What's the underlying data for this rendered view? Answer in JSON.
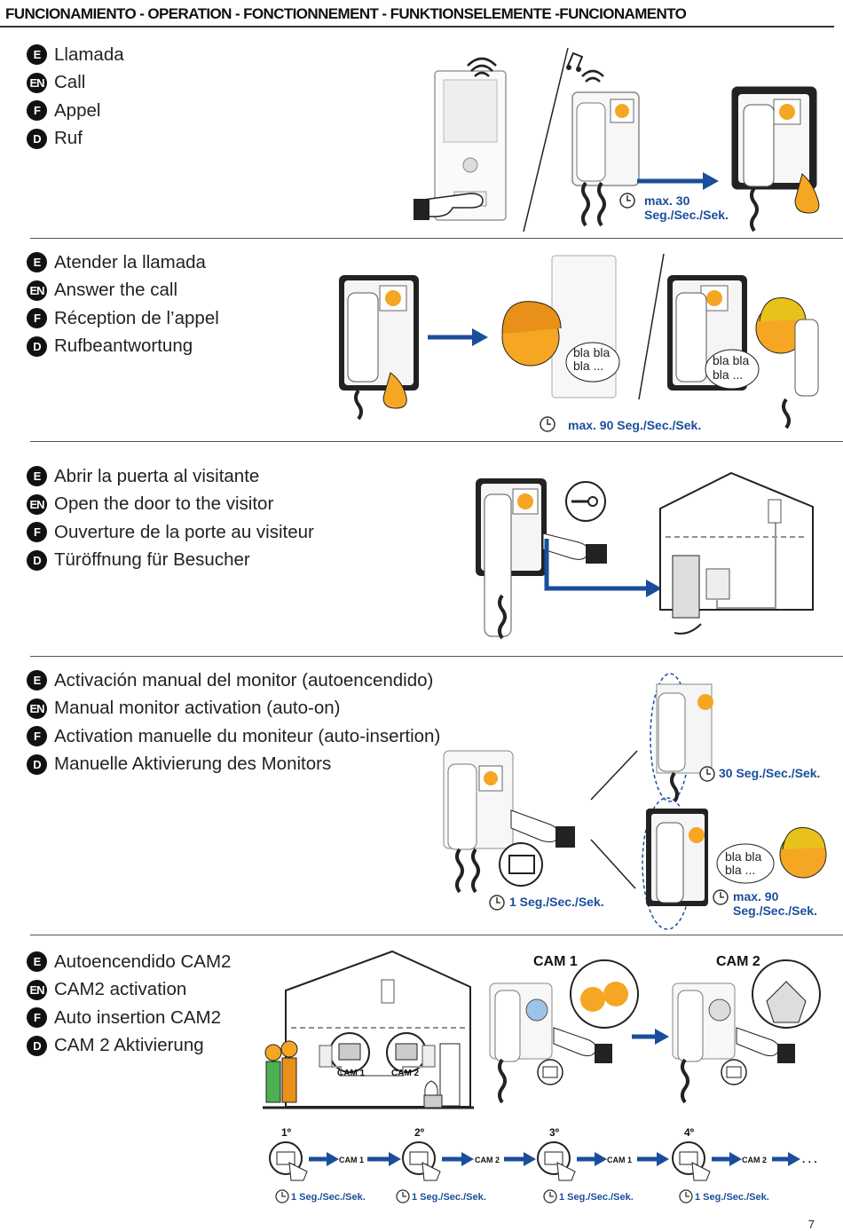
{
  "header": {
    "title": "FUNCIONAMIENTO - OPERATION - FONCTIONNEMENT - FUNKTIONSELEMENTE -FUNCIONAMENTO"
  },
  "sections": [
    {
      "items": [
        {
          "badge": "E",
          "text": "Llamada"
        },
        {
          "badge": "EN",
          "text": "Call"
        },
        {
          "badge": "F",
          "text": "Appel"
        },
        {
          "badge": "D",
          "text": "Ruf"
        }
      ],
      "time_line1": "max. 30",
      "time_line2": "Seg./Sec./Sek."
    },
    {
      "items": [
        {
          "badge": "E",
          "text": "Atender la llamada"
        },
        {
          "badge": "EN",
          "text": "Answer the call"
        },
        {
          "badge": "F",
          "text": "Réception de l’appel"
        },
        {
          "badge": "D",
          "text": "Rufbeantwortung"
        }
      ],
      "bubble1_line1": "bla bla",
      "bubble1_line2": "bla ...",
      "bubble2_line1": "bla bla",
      "bubble2_line2": "bla ...",
      "time": "max. 90 Seg./Sec./Sek."
    },
    {
      "items": [
        {
          "badge": "E",
          "text": "Abrir la puerta al visitante"
        },
        {
          "badge": "EN",
          "text": "Open the door to the visitor"
        },
        {
          "badge": "F",
          "text": "Ouverture de la porte au visiteur"
        },
        {
          "badge": "D",
          "text": "Türöffnung für Besucher"
        }
      ]
    },
    {
      "items": [
        {
          "badge": "E",
          "text": "Activación manual del monitor (autoencendido)"
        },
        {
          "badge": "EN",
          "text": "Manual monitor activation (auto-on)"
        },
        {
          "badge": "F",
          "text": "Activation manuelle du moniteur (auto-insertion)"
        },
        {
          "badge": "D",
          "text": "Manuelle Aktivierung des Monitors"
        }
      ],
      "time_30": "30 Seg./Sec./Sek.",
      "time_1": "1 Seg./Sec./Sek.",
      "time_90_line1": "max. 90",
      "time_90_line2": "Seg./Sec./Sek.",
      "bubble_line1": "bla bla",
      "bubble_line2": "bla ..."
    },
    {
      "items": [
        {
          "badge": "E",
          "text": "Autoencendido CAM2"
        },
        {
          "badge": "EN",
          "text": "CAM2 activation"
        },
        {
          "badge": "F",
          "text": "Auto insertion CAM2"
        },
        {
          "badge": "D",
          "text": "CAM 2 Aktivierung"
        }
      ],
      "cam1_title": "CAM 1",
      "cam2_title": "CAM 2",
      "house_cam1": "CAM 1",
      "house_cam2": "CAM 2",
      "steps": [
        {
          "n": "1º",
          "cam": "CAM 1",
          "time": "1 Seg./Sec./Sek."
        },
        {
          "n": "2º",
          "cam": "CAM 2",
          "time": "1 Seg./Sec./Sek."
        },
        {
          "n": "3º",
          "cam": "CAM 1",
          "time": "1 Seg./Sec./Sek."
        },
        {
          "n": "4º",
          "cam": "CAM 2",
          "time": "1 Seg./Sec./Sek."
        }
      ],
      "ellipsis": ". . ."
    }
  ],
  "page_number": "7",
  "colors": {
    "arrow_blue": "#1a4e9b",
    "badge_bg": "#111111",
    "skin": "#f5a623",
    "hair": "#e8901a"
  }
}
